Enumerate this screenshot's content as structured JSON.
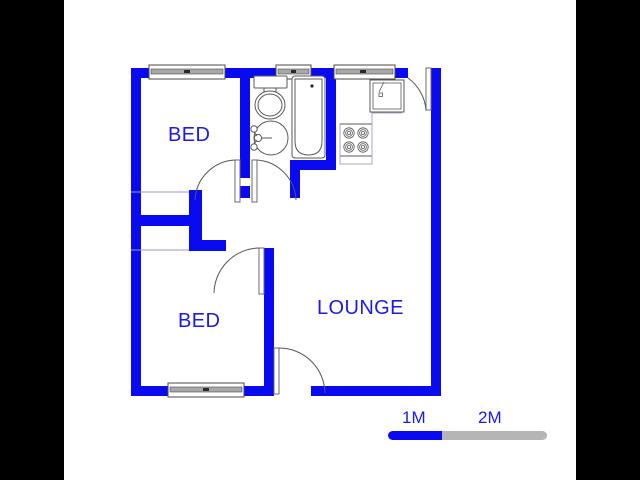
{
  "document": {
    "type": "floor-plan",
    "background_color": "#ffffff",
    "page_margin_color": "#000000",
    "wall_color": "#0a0af0",
    "label_color": "#1a1aee",
    "fixture_line_color": "#555555"
  },
  "rooms": [
    {
      "id": "bed-1",
      "label": "BED"
    },
    {
      "id": "bed-2",
      "label": "BED"
    },
    {
      "id": "lounge",
      "label": "LOUNGE"
    }
  ],
  "fixtures": [
    {
      "name": "toilet-fixture"
    },
    {
      "name": "wash-basin-fixture"
    },
    {
      "name": "bathtub-fixture"
    },
    {
      "name": "stove-fixture"
    },
    {
      "name": "kitchen-sink-fixture"
    }
  ],
  "openings": {
    "windows": [
      {
        "name": "window-bed-1-top"
      },
      {
        "name": "window-bathroom-top"
      },
      {
        "name": "window-kitchen-top"
      },
      {
        "name": "window-bed-2-bottom"
      }
    ],
    "doors": [
      {
        "name": "door-bed-1"
      },
      {
        "name": "door-toilet"
      },
      {
        "name": "door-bathroom"
      },
      {
        "name": "door-bed-2"
      },
      {
        "name": "door-lounge-entry-bottom"
      },
      {
        "name": "door-main-entry-top-right"
      }
    ]
  },
  "scale": {
    "ticks": [
      {
        "label": "1M"
      },
      {
        "label": "2M"
      }
    ],
    "filled_color": "#0a0af0",
    "track_color": "#b5b5b5"
  }
}
